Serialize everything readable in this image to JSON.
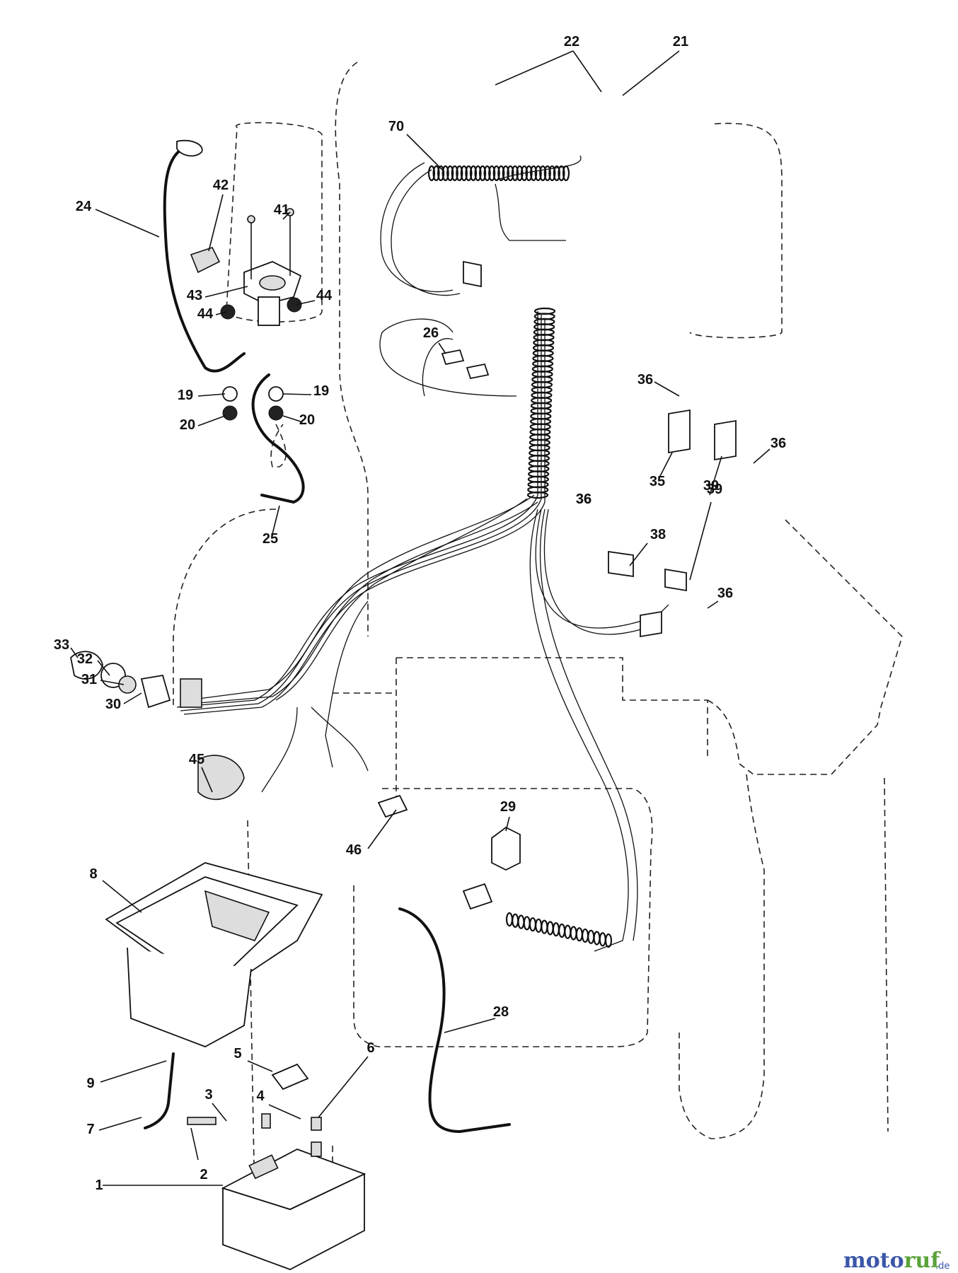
{
  "callouts": [
    "1",
    "2",
    "3",
    "4",
    "5",
    "6",
    "7",
    "8",
    "9",
    "19",
    "19",
    "20",
    "20",
    "21",
    "22",
    "24",
    "25",
    "26",
    "28",
    "29",
    "30",
    "31",
    "32",
    "33",
    "35",
    "36",
    "36",
    "36",
    "36",
    "36",
    "38",
    "39",
    "39",
    "41",
    "42",
    "43",
    "44",
    "44",
    "45",
    "46",
    "70"
  ],
  "watermark": {
    "brand_prefix": "moto",
    "brand_suffix": "ruf",
    "tld": ".de",
    "colors": [
      "#3a57a8",
      "#5aa33a"
    ]
  }
}
